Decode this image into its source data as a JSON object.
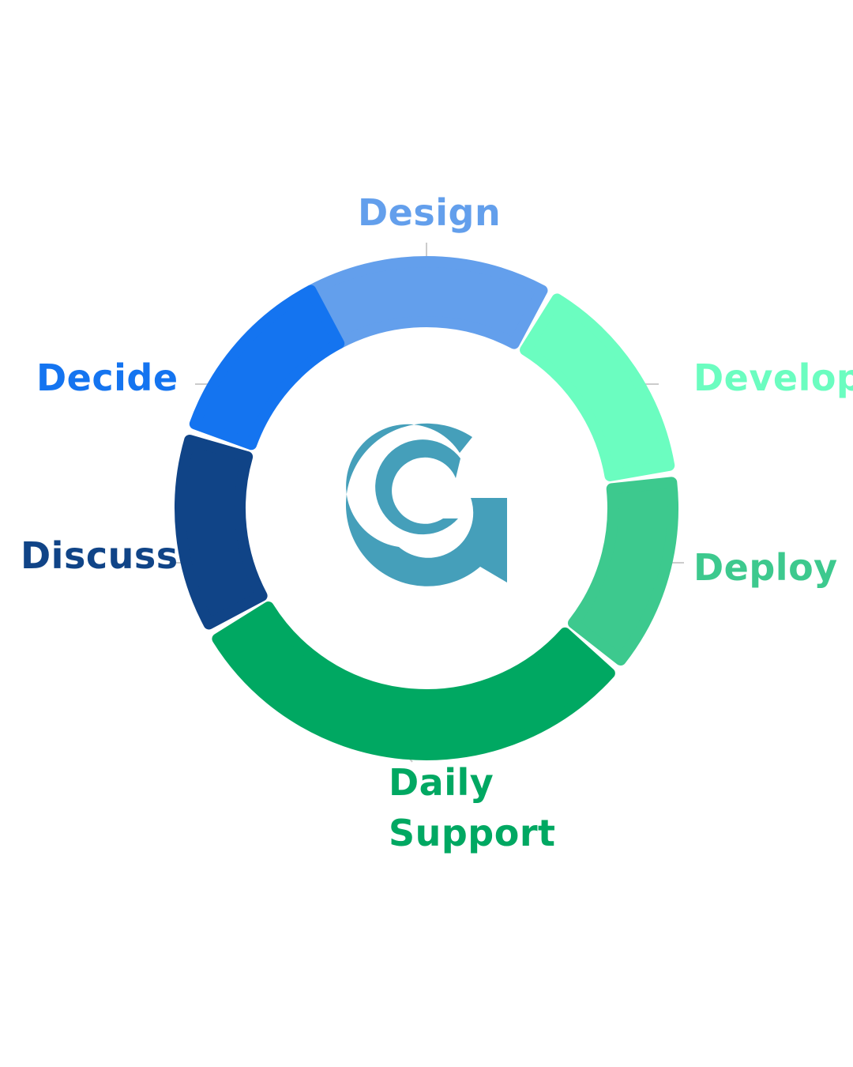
{
  "diagram": {
    "stages": [
      {
        "id": "design",
        "label": "Design",
        "color": "#639FEC"
      },
      {
        "id": "develop",
        "label": "Develop",
        "color": "#6BFDC0"
      },
      {
        "id": "deploy",
        "label": "Deploy",
        "color": "#3DC98E"
      },
      {
        "id": "support",
        "label_lines": [
          "Daily",
          "Support"
        ],
        "color": "#00A862"
      },
      {
        "id": "discuss",
        "label": "Discuss",
        "color": "#104487"
      },
      {
        "id": "decide",
        "label": "Decide",
        "color": "#1474F0"
      }
    ],
    "connector_color": "#CCCCCC",
    "logo": {
      "icon": "g-logo-icon",
      "color": "#459FBA"
    }
  }
}
